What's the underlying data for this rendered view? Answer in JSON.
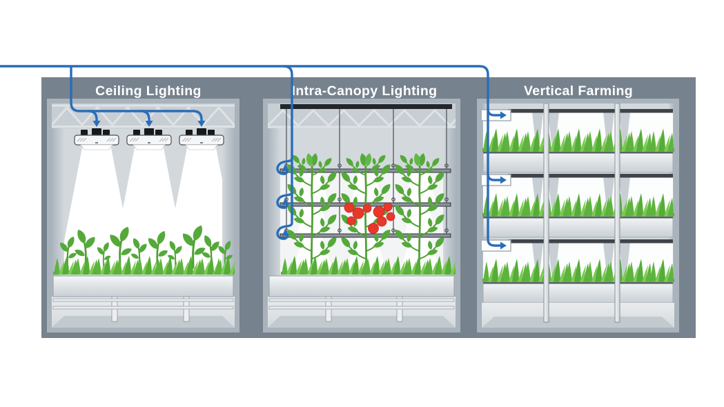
{
  "panels": [
    {
      "label": "Ceiling Lighting",
      "fixtures": 3
    },
    {
      "label": "Intra-Canopy Lighting",
      "light_bars": 3
    },
    {
      "label": "Vertical Farming",
      "shelf_tiers": 3
    }
  ],
  "colors": {
    "accent_blue": "#2A6DB8",
    "frame_gray": "#76828E",
    "panel_border_gray": "#A9B3BB",
    "wall_gray": "#D2D8DC",
    "grass_green": "#5EB33E",
    "leaf_green": "#55A93A",
    "tomato_red": "#E8372C",
    "light_cone": "#FFFFFF"
  }
}
